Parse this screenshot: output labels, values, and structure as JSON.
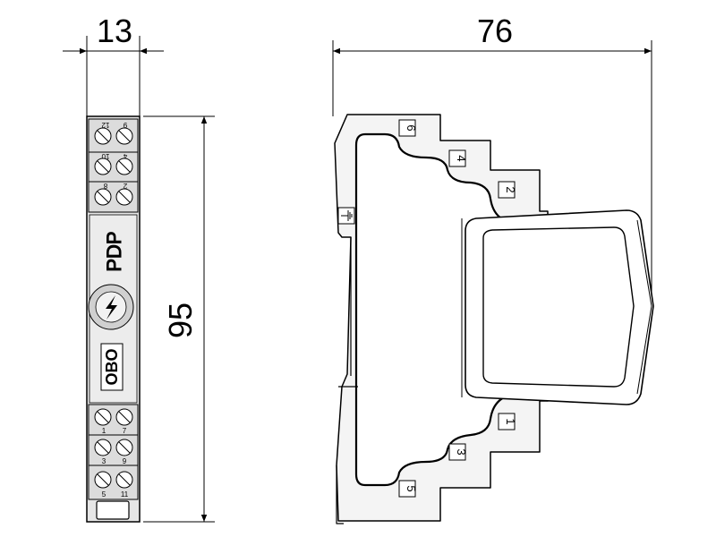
{
  "dimensions": {
    "front_width": "13",
    "side_depth": "76",
    "height": "95"
  },
  "front_view": {
    "product_name": "PDP",
    "brand": "OBO",
    "top_terminal_numbers": [
      "12",
      "9",
      "10",
      "4",
      "8",
      "2"
    ],
    "bottom_terminal_numbers": [
      "1",
      "7",
      "3",
      "9",
      "5",
      "11"
    ]
  },
  "side_view": {
    "terminal_numbers": [
      "6",
      "4",
      "2",
      "1",
      "3",
      "5"
    ],
    "ground_symbol": "ground-icon"
  },
  "colors": {
    "line": "#000000",
    "body_fill": "#e6e6e6",
    "screw_fill": "#ffffff",
    "face_fill": "#ffffff"
  }
}
